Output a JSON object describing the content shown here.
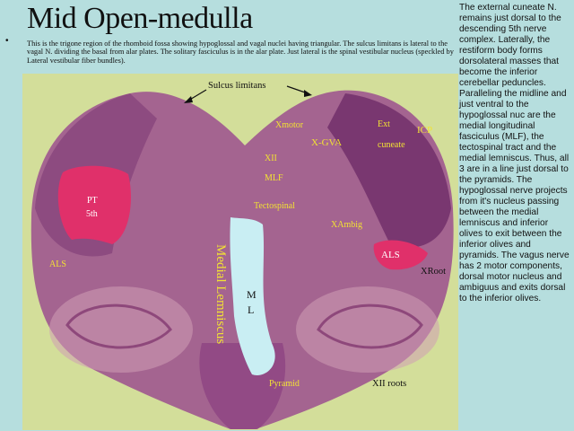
{
  "slide": {
    "title": "Mid Open-medulla",
    "bullet": "•",
    "caption": "This is the trigone region of the rhomboid fossa showing hypoglossal and vagal nuclei having triangular.  The sulcus limitans is lateral to the vagal N. dividing the basal from alar plates.  The solitary fasciculus is in the alar plate. Just lateral is the spinal vestibular nucleus (speckled by Lateral vestibular fiber bundles).",
    "side_text": "The external cuneate N. remains just dorsal to the descending 5th nerve complex.  Laterally, the restiform body forms dorsolateral masses that become the inferior cerebellar peduncles.  Paralleling the midline and just ventral to the hypoglossal nuc are the medial longitudinal fasciculus (MLF), the tectospinal tract and the medial lemniscus. Thus, all 3 are in a line just dorsal to the pyramids.  The hypoglossal nerve projects from it's nucleus passing between the medial lemniscus and inferior olives  to exit between the inferior olives and pyramids.  The vagus nerve has 2 motor components, dorsal motor nucleus and ambiguus and exits dorsal to the inferior olives."
  },
  "labels": {
    "sulcus_limitans": "Sulcus  limitans",
    "xmotor": "Xmotor",
    "x_gva": "X-GVA",
    "ext": "Ext",
    "cuneate": "cuneate",
    "icp": "ICP",
    "xii": "XII",
    "mlf": "MLF",
    "tectospinal": "Tectospinal",
    "xambig": "XAmbig",
    "pt_line1": "PT",
    "pt_line2": "5th",
    "als_left": "ALS",
    "als_right": "ALS",
    "xroot": "XRoot",
    "medial_lemniscus": "Medial Lemniscus",
    "ml_line1": "M",
    "ml_line2": "L",
    "pyramid": "Pyramid",
    "xii_roots": "XII roots"
  },
  "colors": {
    "background": "#b6dede",
    "section_background": "#d3de9a",
    "tissue": "#9b4f8e",
    "tissue_dark": "#6e2c68",
    "highlight": "#e0306a",
    "yellow_label": "#f2e233",
    "ventricle": "#c9eef3"
  }
}
